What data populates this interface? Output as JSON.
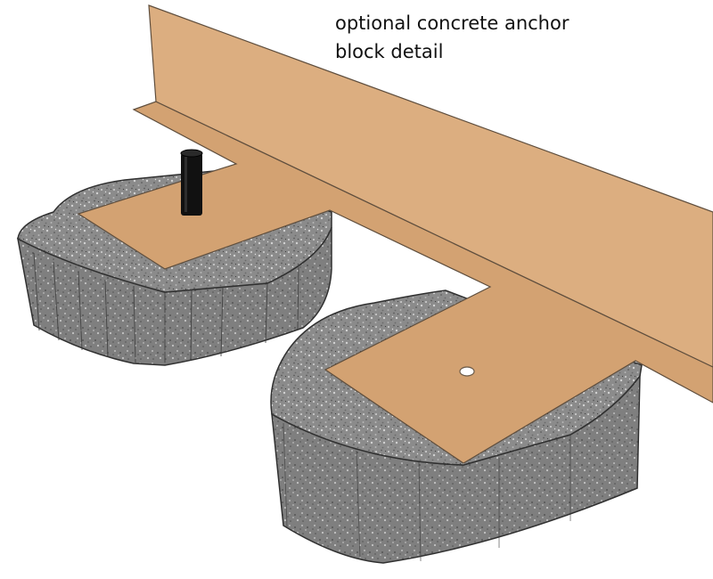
{
  "caption": {
    "line1": "optional concrete anchor",
    "line2": "block detail"
  },
  "colors": {
    "background": "#ffffff",
    "steel_plate": "#d7a878",
    "steel_plate_shade": "#c9976b",
    "steel_edge": "#6b5a48",
    "concrete_top": "#8d8d8d",
    "concrete_side": "#7a7a7a",
    "concrete_edge": "#303030",
    "anchor_bolt": "#111111"
  },
  "parts": {
    "angle_iron": "steel angle bracket",
    "left_block": "concrete anchor block with protruding bolt",
    "right_block": "concrete anchor block with bolt hole"
  }
}
